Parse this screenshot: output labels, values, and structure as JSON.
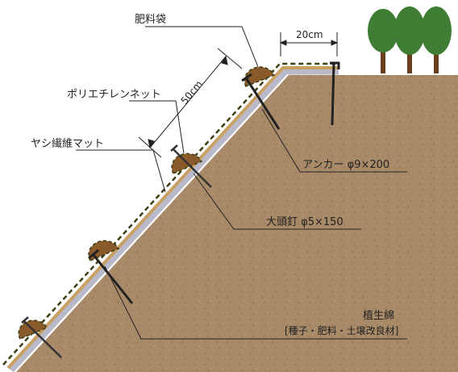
{
  "labels": {
    "fertilizer_bag": "肥料袋",
    "polyethylene_net": "ポリエチレンネット",
    "coir_mat": "ヤシ繊維マット",
    "anchor": "アンカー φ9×200",
    "large_nail": "大頭釘 φ5×150",
    "planting_mat_line1": "植生綿",
    "planting_mat_line2": "[種子・肥料・土壌改良材]"
  },
  "dimensions": {
    "top_width": "20cm",
    "slope_spacing": "50cm"
  },
  "colors": {
    "soil": "#a98a68",
    "coir_mat": "#c8a063",
    "net_dashes": "#3c3f12",
    "planting_layer": "#b9b9c9",
    "bag": "#8a5a2a",
    "tree_foliage": "#3f7d35",
    "tree_trunk": "#6b3f1e"
  }
}
